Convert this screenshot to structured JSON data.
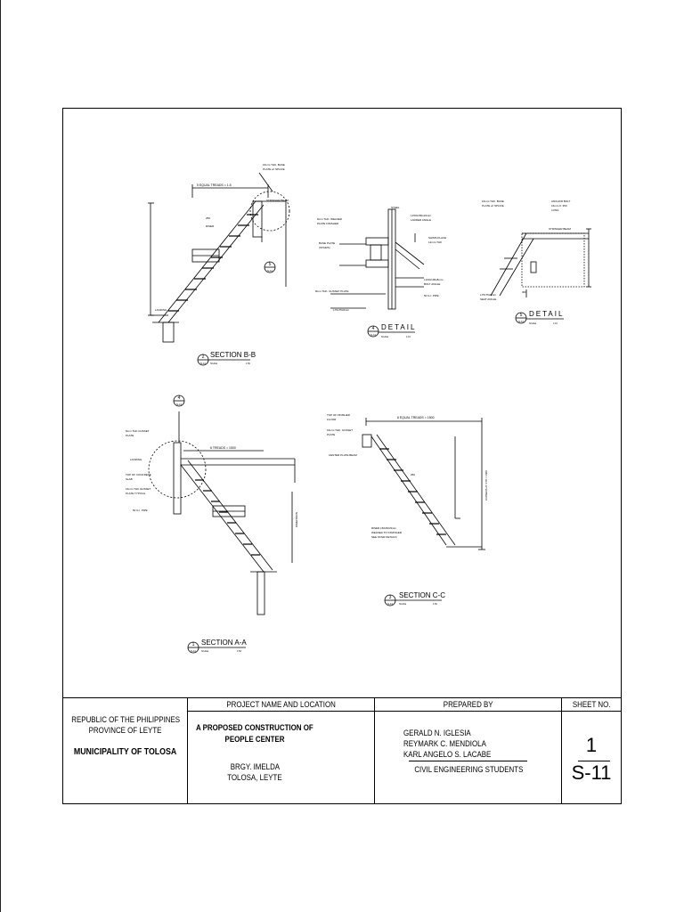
{
  "drawing": {
    "section_bb": {
      "number": "2",
      "sheet": "S-11",
      "title": "SECTION B-B"
    },
    "detail_4": {
      "number": "4",
      "sheet": "S-11",
      "title": "DETAIL"
    },
    "detail_5": {
      "number": "5",
      "sheet": "S-11",
      "title": "DETAIL"
    },
    "section_aa": {
      "number": "1",
      "sheet": "S-11",
      "title": "SECTION A-A"
    },
    "section_cc": {
      "number": "3",
      "sheet": "S-11",
      "title": "SECTION C-C"
    },
    "callout_5": {
      "number": "5",
      "sheet": "S-11"
    },
    "callout_4": {
      "number": "4",
      "sheet": "S-11"
    }
  },
  "title_block": {
    "republic": "REPUBLIC OF THE PHILIPPINES",
    "province": "PROVINCE OF LEYTE",
    "municipality": "MUNICIPALITY OF TOLOSA",
    "project_header": "PROJECT NAME AND LOCATION",
    "project_line1": "A PROPOSED CONSTRUCTION OF",
    "project_line2": "PEOPLE CENTER",
    "location_line1": "BRGY. IMELDA",
    "location_line2": "TOLOSA, LEYTE",
    "prepared_header": "PREPARED BY",
    "preparer1": "GERALD N. IGLESIA",
    "preparer2": "REYMARK C. MENDIOLA",
    "preparer3": "KARL ANGELO S. LACABE",
    "preparer_role": "CIVIL ENGINEERING STUDENTS",
    "sheet_header": "SHEET NO.",
    "sheet_number": "1",
    "sheet_code": "S-11"
  }
}
